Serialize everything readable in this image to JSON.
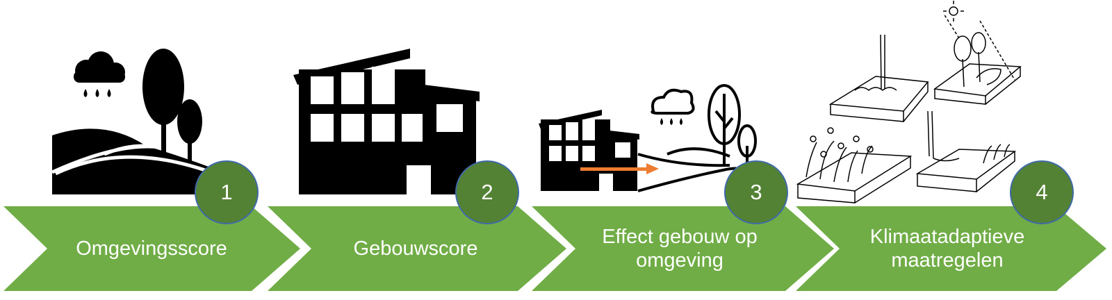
{
  "colors": {
    "arrow_fill": "#70ad47",
    "badge_fill": "#548235",
    "badge_outline": "#3f6aa8",
    "icon_fill": "#000000",
    "flow_arrow": "#ed7d31"
  },
  "steps": [
    {
      "number": "1",
      "label_lines": [
        "Omgevingsscore"
      ],
      "icon": "landscape-rain-trees-icon"
    },
    {
      "number": "2",
      "label_lines": [
        "Gebouwscore"
      ],
      "icon": "building-icon"
    },
    {
      "number": "3",
      "label_lines": [
        "Effect gebouw op",
        "omgeving"
      ],
      "icon": "building-runoff-to-landscape-icon"
    },
    {
      "number": "4",
      "label_lines": [
        "Klimaatadaptieve",
        "maatregelen"
      ],
      "icon": "climate-adaptive-measures-sketches"
    }
  ]
}
